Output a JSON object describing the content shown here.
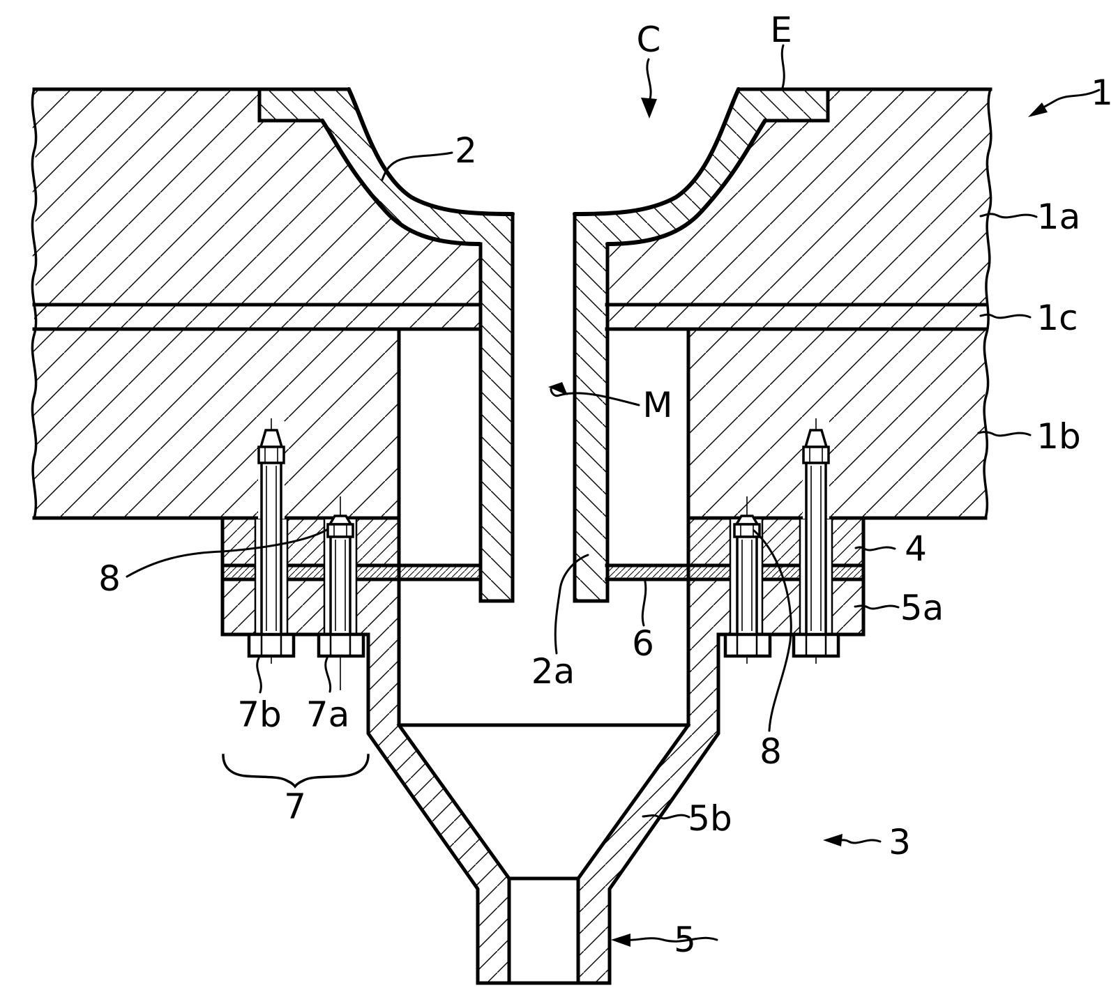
{
  "figure": {
    "kind": "patent-cross-section-diagram",
    "background_color": "#ffffff",
    "line_color": "#000000",
    "labels": {
      "c": "C",
      "e": "E",
      "m": "M",
      "n1": "1",
      "n1a": "1a",
      "n1b": "1b",
      "n1c": "1c",
      "n2": "2",
      "n2a": "2a",
      "n3": "3",
      "n4": "4",
      "n5": "5",
      "n5a": "5a",
      "n5b": "5b",
      "n6": "6",
      "n7": "7",
      "n7a": "7a",
      "n7b": "7b",
      "n8_left": "8",
      "n8_right": "8"
    }
  }
}
